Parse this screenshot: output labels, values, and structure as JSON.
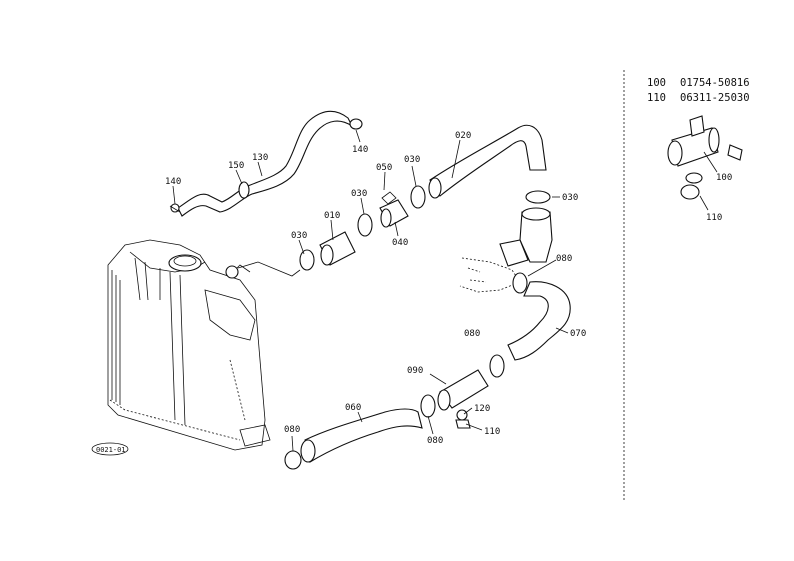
{
  "parts_list": [
    {
      "ref": "100",
      "part_no": "01754-50816"
    },
    {
      "ref": "110",
      "part_no": "06311-25030"
    }
  ],
  "callouts": {
    "c020": "020",
    "c030a": "030",
    "c030b": "030",
    "c030c": "030",
    "c030d": "030",
    "c050": "050",
    "c010": "010",
    "c040": "040",
    "c140a": "140",
    "c140b": "140",
    "c150": "150",
    "c130": "130",
    "c080a": "080",
    "c080b": "080",
    "c080c": "080",
    "c080d": "080",
    "c070": "070",
    "c090": "090",
    "c060": "060",
    "c120": "120",
    "c110": "110",
    "c100": "100",
    "c110b": "110"
  },
  "stamp": "0021-01"
}
